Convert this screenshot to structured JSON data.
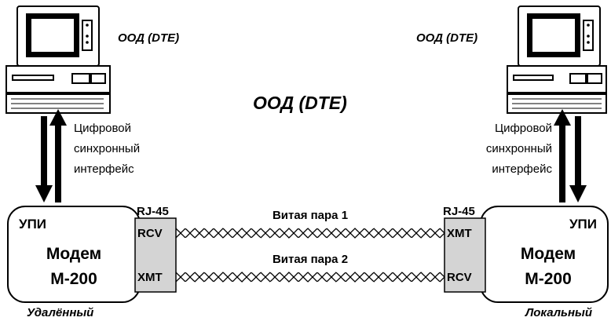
{
  "dte_left_label": "ООД (DTE)",
  "dte_right_label": "ООД (DTE)",
  "dte_center_label": "ООД (DTE)",
  "interface_left": [
    "Цифровой",
    "синхронный",
    "интерфейс"
  ],
  "interface_right": [
    "Цифровой",
    "синхронный",
    "интерфейс"
  ],
  "modem_left": {
    "tag": "УПИ",
    "name": "Модем",
    "model": "М-200",
    "caption": "Удалённый"
  },
  "modem_right": {
    "tag": "УПИ",
    "name": "Модем",
    "model": "М-200",
    "caption": "Локальный"
  },
  "connector_left": "RJ-45",
  "connector_right": "RJ-45",
  "port_left_top": "RCV",
  "port_left_bottom": "XMT",
  "port_right_top": "XMT",
  "port_right_bottom": "RCV",
  "pair1_label": "Витая пара 1",
  "pair2_label": "Витая пара 2"
}
